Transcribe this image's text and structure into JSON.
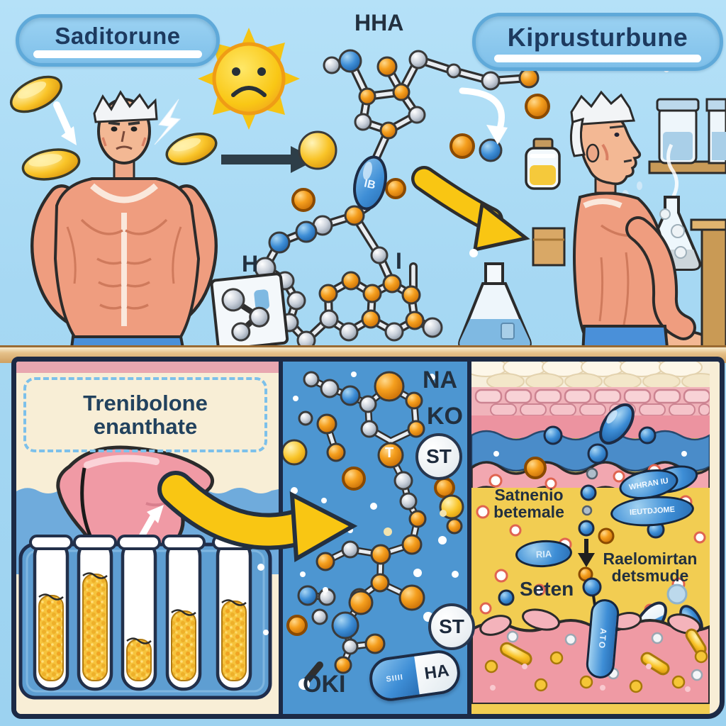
{
  "header": {
    "left_badge": "Saditorune",
    "right_badge": "Kiprusturbune"
  },
  "molecule_labels": {
    "top": "HHA",
    "left": "H",
    "right": "I",
    "capsule_node": "IB"
  },
  "trenbolone_box": {
    "line1": "Trenibolone",
    "line2": "enanthate"
  },
  "dissolution_panel": {
    "label_na": "NA",
    "label_ko": "KO",
    "st_top": "ST",
    "node_t": "T",
    "st_bottom": "ST",
    "label_oki": "OKI",
    "capsule_blue_text": "SIIII",
    "capsule_white_text": "HA"
  },
  "skin_panel": {
    "tissue_label_line1": "Satnenio",
    "tissue_label_line2": "betemale",
    "pill_top_text": "WHRAN IU",
    "pill_bottom_text": "IEUTDJOME",
    "pill_ria_text": "RIA",
    "label_seten": "Seten",
    "deep_label_line1": "Raelomirtan",
    "deep_label_line2": "detsmude",
    "pill_vertical_text": "ATO"
  },
  "colors": {
    "sky": "#a9d9f4",
    "badge_fill": "#8ac8ee",
    "badge_border": "#5fa9d9",
    "navy_frame": "#1c2a45",
    "panel_cream": "#f8eed6",
    "panel_blue": "#4d96d1",
    "skin_yellow": "#f2cd52",
    "skin_pink": "#ef9aa4",
    "molecule_orange": "#f59f1e",
    "molecule_gray": "#ccd3da",
    "molecule_blue": "#3e8ed6",
    "arrow_yellow": "#f9c613",
    "tube_fill_yellow": "#f7c33a"
  }
}
